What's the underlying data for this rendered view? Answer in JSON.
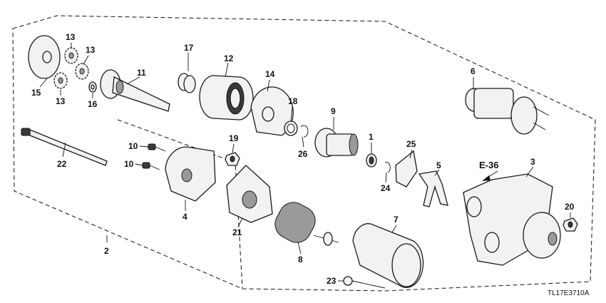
{
  "callouts": {
    "c1": "1",
    "c2": "2",
    "c3": "3",
    "c4": "4",
    "c5": "5",
    "c6": "6",
    "c7": "7",
    "c8": "8",
    "c9": "9",
    "c10a": "10",
    "c10b": "10",
    "c11": "11",
    "c12": "12",
    "c13a": "13",
    "c13b": "13",
    "c13c": "13",
    "c14": "14",
    "c15": "15",
    "c16": "16",
    "c17": "17",
    "c18": "18",
    "c19": "19",
    "c20": "20",
    "c21": "21",
    "c22": "22",
    "c23": "23",
    "c24": "24",
    "c25": "25",
    "c26": "26"
  },
  "reference": "E-36",
  "diagram_code": "TL17E3710A"
}
